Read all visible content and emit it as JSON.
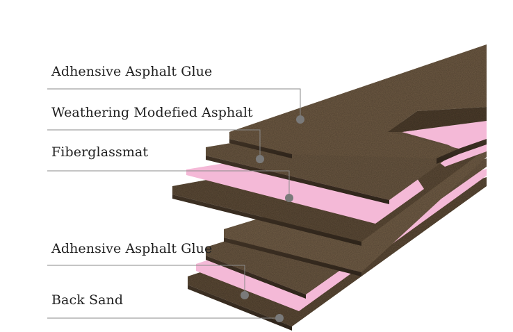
{
  "labels": [
    "Adhensive Asphalt Glue",
    "Weathering Modefied Asphalt",
    "Fiberglassmat",
    "Adhensive Asphalt Glue",
    "Back Sand"
  ],
  "colors": {
    "asphalt": "#6b5842",
    "asphalt_dark": "#4a3b2b",
    "fiberglass": "#f4b9d7",
    "leader_line": "#8a8a8a",
    "marker": "#7a7a7a"
  }
}
